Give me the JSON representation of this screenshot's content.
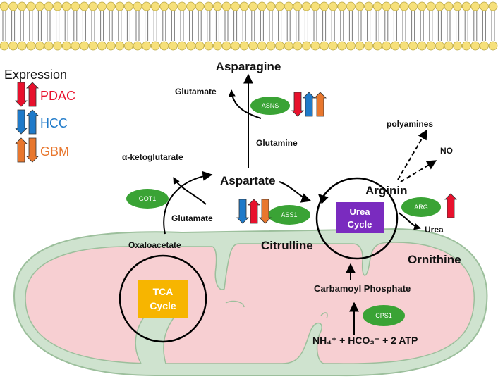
{
  "legend": {
    "title": "Expression",
    "items": [
      {
        "label": "PDAC",
        "color": "#e8112d"
      },
      {
        "label": "HCC",
        "color": "#1f7ac9"
      },
      {
        "label": "GBM",
        "color": "#e8772e"
      }
    ]
  },
  "metabolites": {
    "asparagine": "Asparagine",
    "glutamate_top": "Glutamate",
    "glutamine": "Glutamine",
    "alpha_kg": "α-ketoglutarate",
    "aspartate": "Aspartate",
    "glutamate_mid": "Glutamate",
    "oxaloacetate": "Oxaloacetate",
    "citrulline": "Citrulline",
    "arginin": "Arginin",
    "polyamines": "polyamines",
    "no": "NO",
    "urea": "Urea",
    "ornithine": "Ornithine",
    "carbamoyl": "Carbamoyl Phosphate",
    "reactants": "NH₄⁺ + HCO₃⁻ + 2 ATP"
  },
  "enzymes": {
    "asns": "ASNS",
    "got1": "GOT1",
    "ass1": "ASS1",
    "arg": "ARG",
    "cps1": "CPS1"
  },
  "cycles": {
    "urea_line1": "Urea",
    "urea_line2": "Cycle",
    "tca_line1": "TCA",
    "tca_line2": "Cycle"
  },
  "colors": {
    "enzyme_fill": "#3aa335",
    "urea_box": "#7a2bbf",
    "tca_box": "#f7b500",
    "membrane_head": "#f6e07a",
    "mito_outer": "#cfe3cf",
    "mito_inner": "#f7cfd2"
  }
}
